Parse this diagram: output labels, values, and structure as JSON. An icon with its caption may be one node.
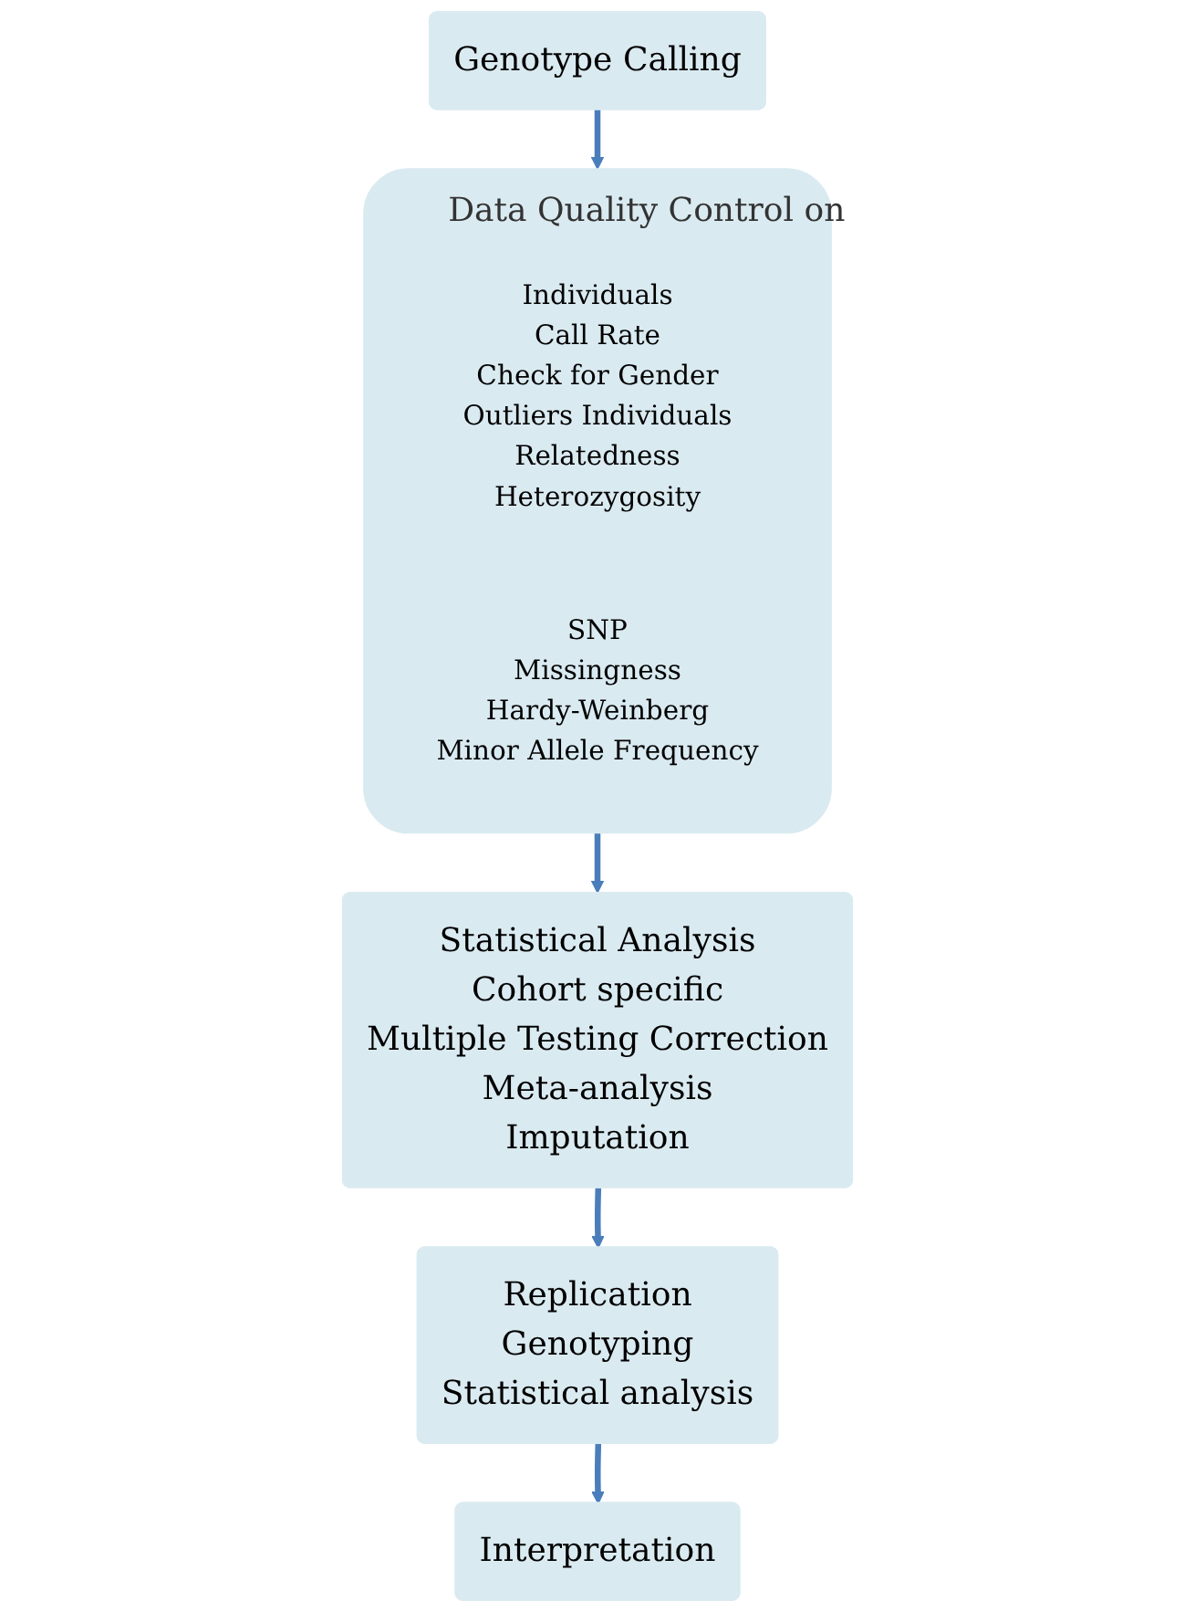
{
  "diagram": {
    "nodes": [
      {
        "text": [
          "Genotype Calling"
        ]
      },
      {
        "text": [
          "Data Quality Control on"
        ]
      },
      {
        "text": [
          "Individuals",
          "Call Rate",
          "Check for Gender",
          "Outliers Individuals",
          "Relatedness",
          "Heterozygosity"
        ],
        "in": 1
      },
      {
        "text": [
          "SNP",
          "Missingness",
          "Hardy-Weinberg",
          "Minor Allele Frequency"
        ],
        "in": 1
      },
      {
        "text": [
          "Statistical Analysis",
          "Cohort specific",
          "Multiple Testing Correction",
          "Meta-analysis",
          "Imputation"
        ]
      },
      {
        "text": [
          "Replication",
          "Genotyping",
          "Statistical analysis"
        ]
      },
      {
        "text": [
          "Interpretation"
        ]
      }
    ],
    "edges": [
      {
        "from": 0,
        "to": 1,
        "arrow": "to"
      },
      {
        "from": 1,
        "to": 4,
        "arrow": "to"
      },
      {
        "from": 4,
        "to": 5,
        "arrow": "to"
      },
      {
        "from": 5,
        "to": 6,
        "arrow": "to"
      }
    ]
  }
}
